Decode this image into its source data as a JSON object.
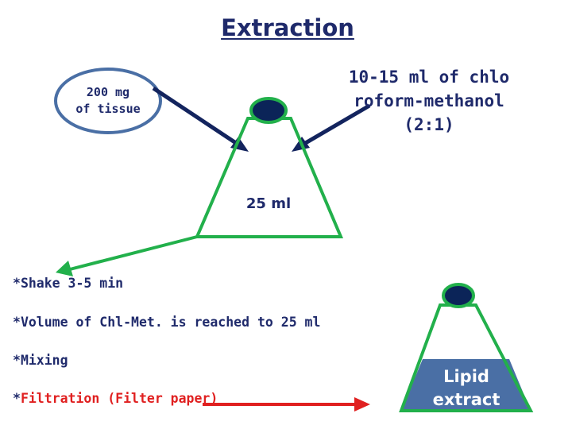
{
  "title": "Extraction",
  "tissue_label": [
    "200 mg",
    "of tissue"
  ],
  "solvent_label": "10-15 ml of chloroform-methanol (2:1)",
  "flask_volume": "25 ml",
  "steps": [
    {
      "prefix": "*",
      "text": "Shake 3-5 min"
    },
    {
      "prefix": "*",
      "text": "Volume of Chl-Met. is reached to 25 ml"
    },
    {
      "prefix": "*",
      "text": "Mixing"
    },
    {
      "prefix": "*",
      "text": "Filtration (Filter paper)"
    }
  ],
  "product_label": [
    "Lipid",
    "extract"
  ],
  "colors": {
    "text": "#1f2a6b",
    "flask_outline": "#22b04b",
    "stopper": "#0b2458",
    "arrow": "#13245e",
    "green_arrow": "#22b04b",
    "red": "#e02020",
    "lipid_fill": "#4a6fa5",
    "tissue_ellipse": "#4a6fa5"
  }
}
